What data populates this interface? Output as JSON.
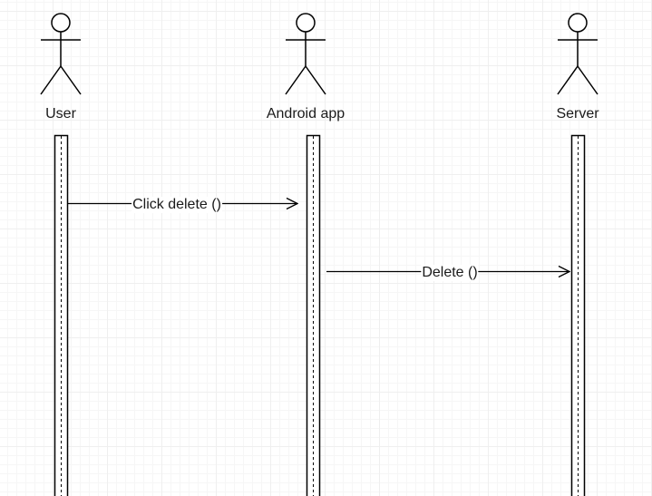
{
  "actors": {
    "user": "User",
    "android_app": "Android app",
    "server": "Server"
  },
  "messages": {
    "click_delete": "Click delete ()",
    "delete": "Delete ()"
  }
}
